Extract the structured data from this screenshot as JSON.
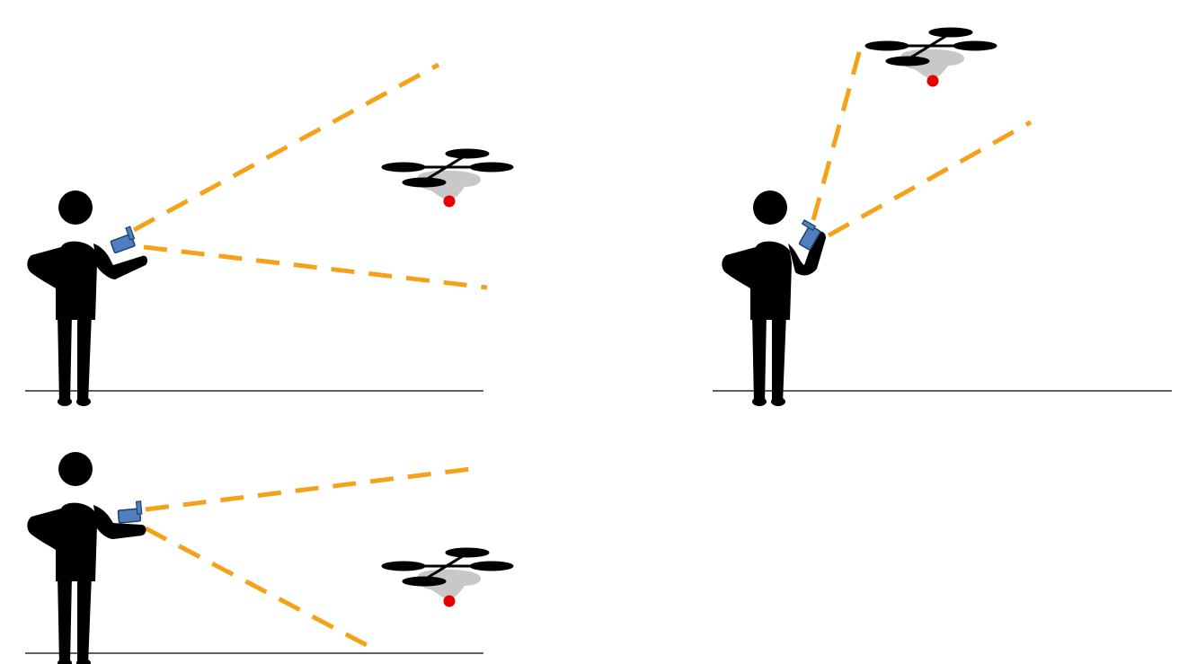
{
  "colors": {
    "background": "#ffffff",
    "person": "#000000",
    "controller_body": "#4f7fbf",
    "controller_outline": "#1f3f6f",
    "beam": "#f5a21b",
    "drone_body": "#c8c8c8",
    "drone_arms": "#000000",
    "drone_marker": "#e60000",
    "ground": "#000000"
  },
  "icons": {
    "person": "person-silhouette-icon",
    "controller": "remote-controller-icon",
    "drone": "quadcopter-drone-icon",
    "marker": "red-dot-marker-icon"
  },
  "scenarios": [
    {
      "id": "forward-pointing",
      "drone_in_beam": true
    },
    {
      "id": "upward-pointing",
      "drone_in_beam": true
    },
    {
      "id": "downward-pointing",
      "drone_in_beam": false
    }
  ]
}
